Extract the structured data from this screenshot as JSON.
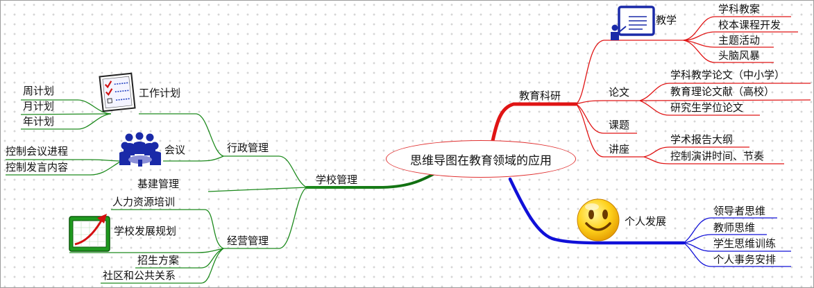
{
  "central_topic": "思维导图在教育领域的应用",
  "left": {
    "school_mgmt": "学校管理",
    "admin": "行政管理",
    "work_plan": "工作计划",
    "weekly": "周计划",
    "monthly": "月计划",
    "yearly": "年计划",
    "meeting": "会议",
    "meeting_progress": "控制会议进程",
    "speech_content": "控制发言内容",
    "infrastructure": "基建管理",
    "operation": "经营管理",
    "hr_training": "人力资源培训",
    "dev_plan": "学校发展规划",
    "enrollment": "招生方案",
    "community": "社区和公共关系"
  },
  "right": {
    "research": "教育科研",
    "teaching": "教学",
    "subject_plan": "学科教案",
    "school_curriculum": "校本课程开发",
    "theme_activity": "主题活动",
    "brainstorm": "头脑风暴",
    "thesis": "论文",
    "subject_thesis": "学科教学论文（中小学）",
    "theory_lit": "教育理论文献（高校）",
    "grad_thesis": "研究生学位论文",
    "project": "课题",
    "lecture": "讲座",
    "report_outline": "学术报告大纲",
    "control_time": "控制演讲时间、节奏",
    "personal_dev": "个人发展",
    "leader_thinking": "领导者思维",
    "teacher_thinking": "教师思维",
    "student_thinking": "学生思维训练",
    "personal_affairs": "个人事务安排"
  },
  "colors": {
    "left_branch": "#1d8a1d",
    "research_branch": "#e01414",
    "personal_branch": "#1010d8",
    "center_border": "#e03030"
  },
  "icons": [
    "checklist-icon",
    "meeting-people-icon",
    "growth-chart-icon",
    "presentation-icon",
    "smiley-icon"
  ]
}
